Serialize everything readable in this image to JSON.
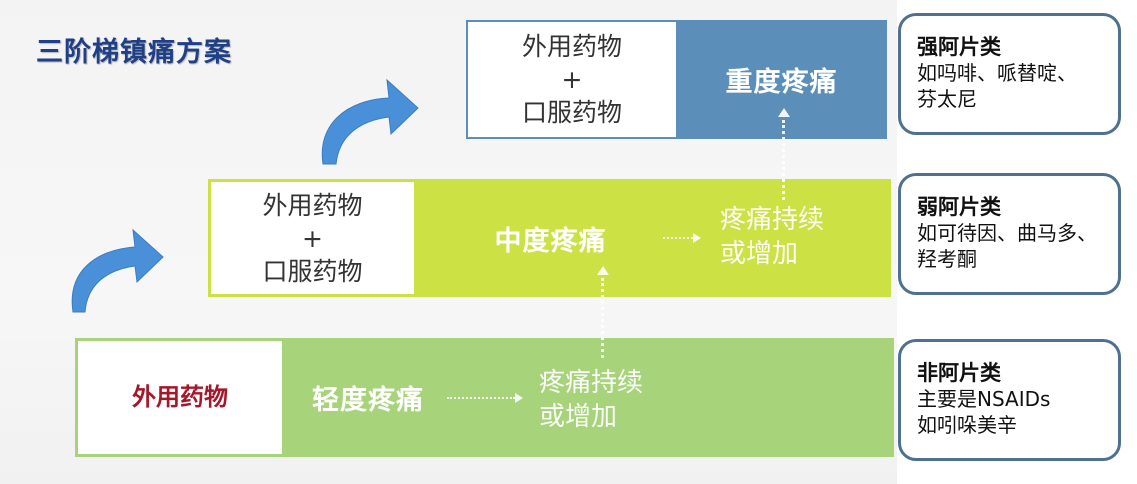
{
  "title": "三阶梯镇痛方案",
  "colors": {
    "title": "#1f3f86",
    "severe": "#5b8fba",
    "moderate": "#cbe144",
    "mild": "#a7d37b",
    "mild_drug": "#a3182a",
    "callout_border": "#4f7090",
    "arrow": "#4a90d9"
  },
  "icons": [
    "curved-arrow-icon",
    "dotted-arrow-icon"
  ],
  "steps": {
    "severe": {
      "label": "重度疼痛",
      "drug": [
        "外用药物",
        "+",
        "口服药物"
      ]
    },
    "moderate": {
      "label": "中度疼痛",
      "drug": [
        "外用药物",
        "+",
        "口服药物"
      ],
      "progress": [
        "疼痛持续",
        "或增加"
      ]
    },
    "mild": {
      "label": "轻度疼痛",
      "drug": "外用药物",
      "progress": [
        "疼痛持续",
        "或增加"
      ]
    }
  },
  "callouts": [
    {
      "title": "强阿片类",
      "lines": [
        "如吗啡、哌替啶、",
        "芬太尼"
      ]
    },
    {
      "title": "弱阿片类",
      "lines": [
        "如可待因、曲马多、",
        "羟考酮"
      ]
    },
    {
      "title": "非阿片类",
      "lines": [
        "主要是NSAIDs",
        "如吲哚美辛"
      ]
    }
  ]
}
